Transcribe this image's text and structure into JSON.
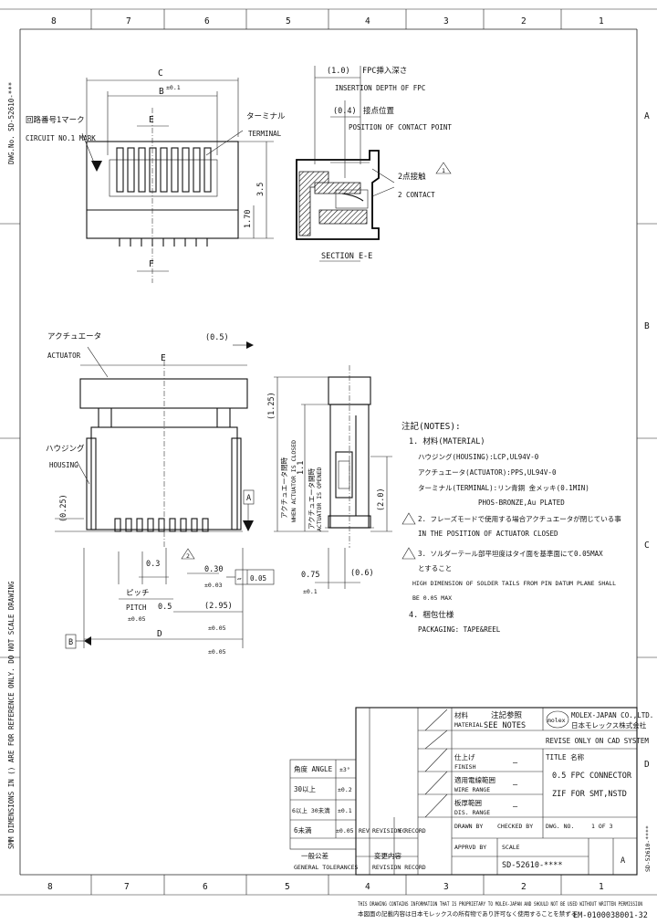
{
  "frame": {
    "col_labels_top": [
      "8",
      "7",
      "6",
      "5",
      "4",
      "3",
      "2",
      "1"
    ],
    "col_labels_bottom": [
      "8",
      "7",
      "6",
      "5",
      "4",
      "3",
      "2",
      "1"
    ],
    "row_labels_right": [
      "A",
      "B",
      "C",
      "D"
    ],
    "left_margin_note": "SMM DIMENSIONS IN () ARE FOR REFERENCE ONLY. DO NOT SCALE DRAWING",
    "left_dwg_no": "DWG.No. SD-52610-***",
    "right_edge_note": "SD-52610-****"
  },
  "view_top": {
    "dim_c": "C",
    "dim_b": "B",
    "dim_b_sup": "±0.1",
    "dim_e": "E",
    "dim_f": "F",
    "dim_height": "3.5",
    "dim_170": "1.70",
    "circuit_mark_jp": "回路番号1マーク",
    "circuit_mark_en": "CIRCUIT NO.1 MARK",
    "terminal_jp": "ターミナル",
    "terminal_en": "TERMINAL"
  },
  "view_section": {
    "label": "SECTION E-E",
    "fpc_insert_jp": "FPC挿入深さ",
    "fpc_insert_en": "INSERTION DEPTH OF FPC",
    "fpc_insert_dim": "(1.0)",
    "contact_pos_jp": "接点位置",
    "contact_pos_en": "POSITION OF CONTACT POINT",
    "contact_pos_dim": "(0.4)",
    "contact_jp": "2点接触",
    "contact_en": "2 CONTACT",
    "flag": "1"
  },
  "view_front": {
    "actuator_jp": "アクチュエータ",
    "actuator_en": "ACTUATOR",
    "housing_jp": "ハウジング",
    "housing_en": "HOUSING",
    "dim_e": "E",
    "dim_05": "(0.5)",
    "dim_025": "(0.25)",
    "dim_03": "0.3",
    "dim_030": "0.30",
    "tol_030": "±0.03",
    "pitch_jp": "ピッチ",
    "pitch_en": "PITCH",
    "pitch_val": "0.5",
    "tol_pitch": "±0.05",
    "dim_05b": "(0.5)",
    "dim_295": "(2.95)",
    "tol_295": "±0.05",
    "dim_d": "D",
    "tol_d": "±0.05",
    "flatness": "0.05",
    "datum_a": "A",
    "datum_b": "B",
    "flag": "2"
  },
  "view_side": {
    "actuator_close_jp": "アクチュエータ閉時",
    "actuator_close_en": "WHEN ACTUATOR IS CLOSED",
    "dim_11": "1.1",
    "dim_125": "(1.25)",
    "dim_2": "(2.0)",
    "actuator_open_jp": "アクチュエータ開時",
    "actuator_open_en": "ACTUATOR IS OPENED",
    "dim_075": "0.75",
    "tol_075": "±0.1",
    "dim_06": "(0.6)"
  },
  "notes": {
    "heading": "注記(NOTES):",
    "lines": [
      "1. 材料(MATERIAL)",
      "ハウジング(HOUSING):LCP,UL94V-0",
      "アクチュエータ(ACTUATOR):PPS,UL94V-0",
      "ターミナル(TERMINAL):リン青銅 金メッキ(0.1MIN)",
      "PHOS-BRONZE,Au PLATED",
      "2. フレーズモードで使用する場合アクチュエータが閉じている事",
      "IN THE POSITION OF ACTUATOR CLOSED",
      "3. ソルダーテール部平坦度はタイ面を基準面にて0.05MAX",
      "とすること",
      "HIGH DIMENSION OF SOLDER TAILS FROM PIN DATUM PLANE SHALL",
      "BE 0.05 MAX",
      "4. 梱包仕様",
      "PACKAGING: TAPE&REEL"
    ]
  },
  "title_block": {
    "material_jp": "材料",
    "material_en": "MATERIAL",
    "material_val_jp": "注記参照",
    "material_val_en": "SEE NOTES",
    "company_en": "MOLEX-JAPAN CO.,LTD.",
    "company_jp": "日本モレックス株式会社",
    "logo": "molex",
    "revise": "REVISE ONLY ON CAD SYSTEM",
    "finish_jp": "仕上げ",
    "finish_en": "FINISH",
    "title_label": "TITLE 名称",
    "title_line1": "0.5 FPC CONNECTOR",
    "title_line2": "ZIF FOR SMT,NSTD",
    "wire_range_jp": "適用電線範囲",
    "wire_range_en": "WIRE RANGE",
    "dis_range_jp": "板厚範囲",
    "dis_range_en": "DIS. RANGE",
    "dash": "—",
    "angle_label": "角度 ANGLE",
    "angle_val": "±3°",
    "tol_row1": "30以上",
    "tol_row1_val": "±0.2",
    "tol_row2": "6以上 30未満",
    "tol_row2_val": "±0.1",
    "tol_row3": "6未満",
    "tol_row3_val": "±0.05",
    "rev_col1": "REV",
    "rev_col2": "REVISION RECORD",
    "rev_col3": "EC",
    "general_tol_jp": "一般公差",
    "general_tol_en": "GENERAL TOLERANCES",
    "rev_jp": "変更内容",
    "rev_en": "REVISION RECORD",
    "drawn_by": "DRAWN BY",
    "checked_by": "CHECKED BY",
    "approved_by": "APPRVD BY",
    "scale_label": "SCALE",
    "scale_val": "",
    "dwg_no_label": "DWG. NO.",
    "dwg_no": "SD-52610-****",
    "sheet": "1 OF 3",
    "rev_letter": "A",
    "footer_en": "THIS DRAWING CONTAINS INFORMATION THAT IS PROPRIETARY TO MOLEX-JAPAN AND SHOULD NOT BE USED WITHOUT WRITTEN PERMISSION",
    "footer_jp": "本図面の記載内容は日本モレックスの所有物であり許可なく使用することを禁ずる",
    "form_no": "EM-0100038001-32"
  }
}
